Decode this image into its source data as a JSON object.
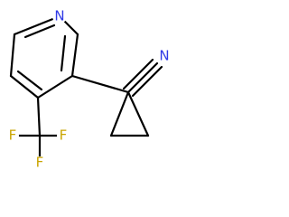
{
  "atoms": {
    "ring_nitrogen": "N",
    "nitrile_nitrogen": "N",
    "fluorine_1": "F",
    "fluorine_2": "F",
    "fluorine_3": "F"
  },
  "colors": {
    "nitrogen": "#2f39e6",
    "fluorine": "#c9a400",
    "bond": "#000000"
  }
}
